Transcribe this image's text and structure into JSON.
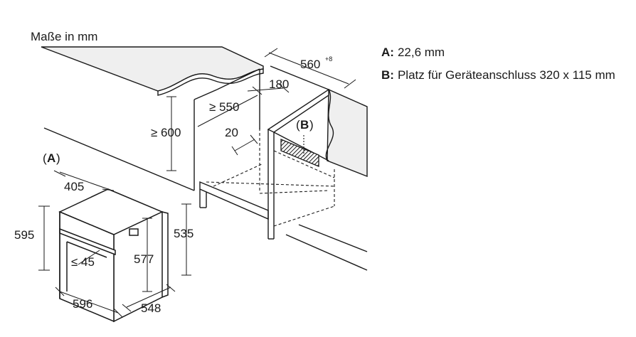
{
  "title": "Maße in mm",
  "dimensions": {
    "d560": "560",
    "d560_sup": "+8",
    "d180": "180",
    "d550": "≥ 550",
    "d600": "≥ 600",
    "d20": "20",
    "d405": "405",
    "d595": "595",
    "d535": "535",
    "d577": "577",
    "d45": "≤ 45",
    "d596": "596",
    "d548": "548"
  },
  "markers": {
    "a": "A",
    "b": "B"
  },
  "legend": [
    {
      "key": "A:",
      "text": "22,6 mm"
    },
    {
      "key": "B:",
      "text": "Platz für Geräteanschluss 320 x 115 mm"
    }
  ],
  "colors": {
    "line": "#1a1a1a",
    "hatch": "#1a1a1a",
    "surface": "#efefef"
  }
}
